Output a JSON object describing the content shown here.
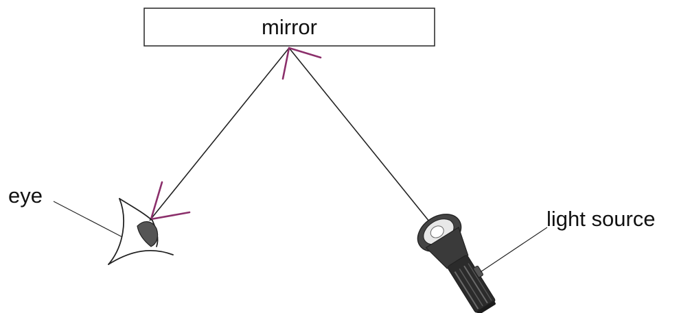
{
  "labels": {
    "mirror": "mirror",
    "eye": "eye",
    "light_source": "light source"
  },
  "colors": {
    "line": "#222222",
    "arrow": "#8b2f6b",
    "mirror_fill": "#ffffff",
    "torch_body": "#333333",
    "eye_pupil": "#555555"
  }
}
